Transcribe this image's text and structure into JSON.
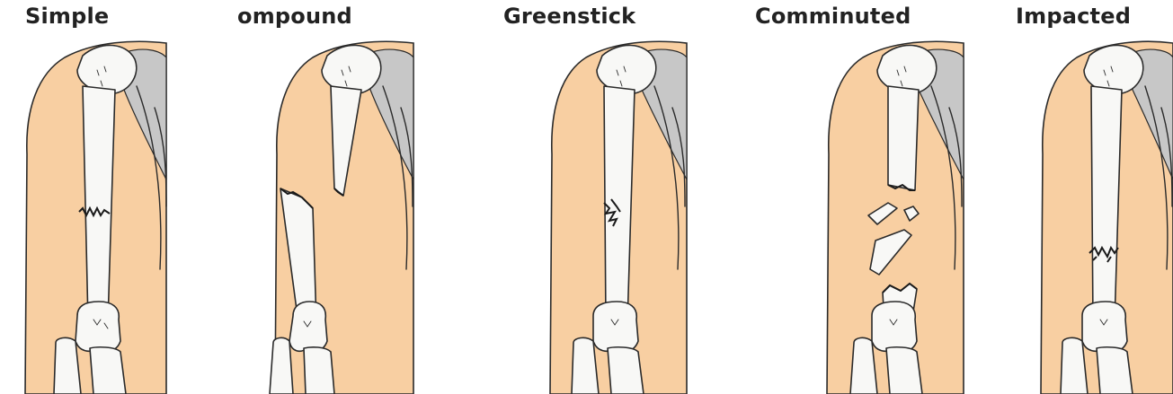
{
  "colors": {
    "skin": "#F8CFA2",
    "scapula": "#C7C7C7",
    "bone": "#F8F8F6",
    "outline": "#2A2A2A",
    "fracture": "#1A1A1A",
    "text": "#222222"
  },
  "panels": [
    {
      "label": "Simple",
      "fracture_type": "simple"
    },
    {
      "label": "ompound",
      "fracture_type": "compound"
    },
    {
      "label": "Greenstick",
      "fracture_type": "greenstick"
    },
    {
      "label": "Comminuted",
      "fracture_type": "comminuted"
    },
    {
      "label": "Impacted",
      "fracture_type": "impacted"
    }
  ]
}
